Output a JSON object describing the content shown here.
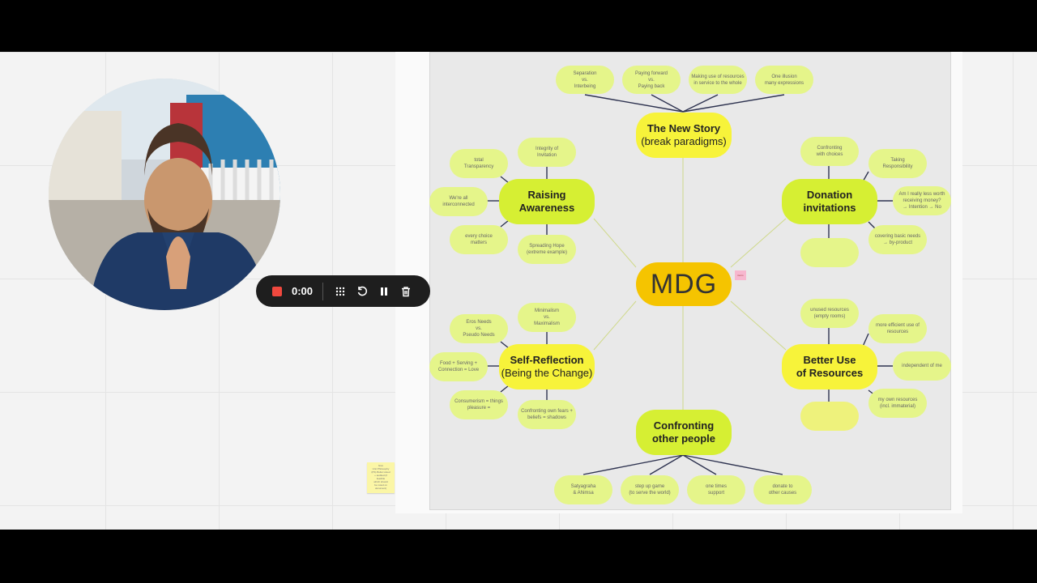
{
  "mindmap": {
    "center": "MDG",
    "new_story": {
      "title": "The New Story",
      "subtitle": "(break paradigms)",
      "leaves": [
        "Separation\nvs.\nInterbeing",
        "Paying forward\nvs.\nPaying back",
        "Making use of resources\nin service to the whole",
        "One illusion\nmany expressions"
      ]
    },
    "raising_awareness": {
      "title": "Raising\nAwareness",
      "leaves": [
        "Integrity of\nInvitation",
        "total\nTransparency",
        "We're all\ninterconnected",
        "every choice\nmatters",
        "Spreading Hope\n(extreme example)"
      ]
    },
    "donation_invitations": {
      "title": "Donation\ninvitations",
      "leaves": [
        "Confronting\nwith choices",
        "Taking\nResponsibility",
        "Am I really less worth\nreceiving money?\n→ Intention → No",
        "covering basic needs\n→ by-product",
        ""
      ]
    },
    "self_reflection": {
      "title": "Self-Reflection",
      "subtitle": "(Being the Change)",
      "leaves": [
        "Minimalism\nvs.\nMaximalism",
        "Eros Needs\nvs.\nPseudo Needs",
        "Food + Serving +\nConnection = Love",
        "Consumerism = things\npleasure =",
        "Confronting own fears +\nbeliefs = shadows"
      ]
    },
    "better_use": {
      "title": "Better Use\nof Resources",
      "leaves": [
        "unused resources\n(empty rooms)",
        "more efficient use of\nresources",
        "independent of me",
        "my own resources\n(incl. immaterial)",
        ""
      ]
    },
    "confronting": {
      "title": "Confronting\nother people",
      "leaves": [
        "Satyagraha\n& Ahimsa",
        "step up game\n(to serve the world)",
        "one times\nsupport",
        "donate to\nother causes"
      ]
    },
    "pink_note": "items",
    "sticky_note": "Give\nUnit Philosophy\n(PS) Bullet Listed\n+ audited (if\nfeasible\nwhich should\nbe noted on\ndocument)"
  },
  "recorder": {
    "time": "0:00",
    "icons": [
      "stop-icon",
      "grid-dots-icon",
      "restart-icon",
      "pause-icon",
      "trash-icon"
    ]
  },
  "colors": {
    "center": "#f5c400",
    "category_green": "#d6ef33",
    "category_yellow": "#f7f33a",
    "leaf": "#e5f58a",
    "record_red": "#f0483e"
  }
}
